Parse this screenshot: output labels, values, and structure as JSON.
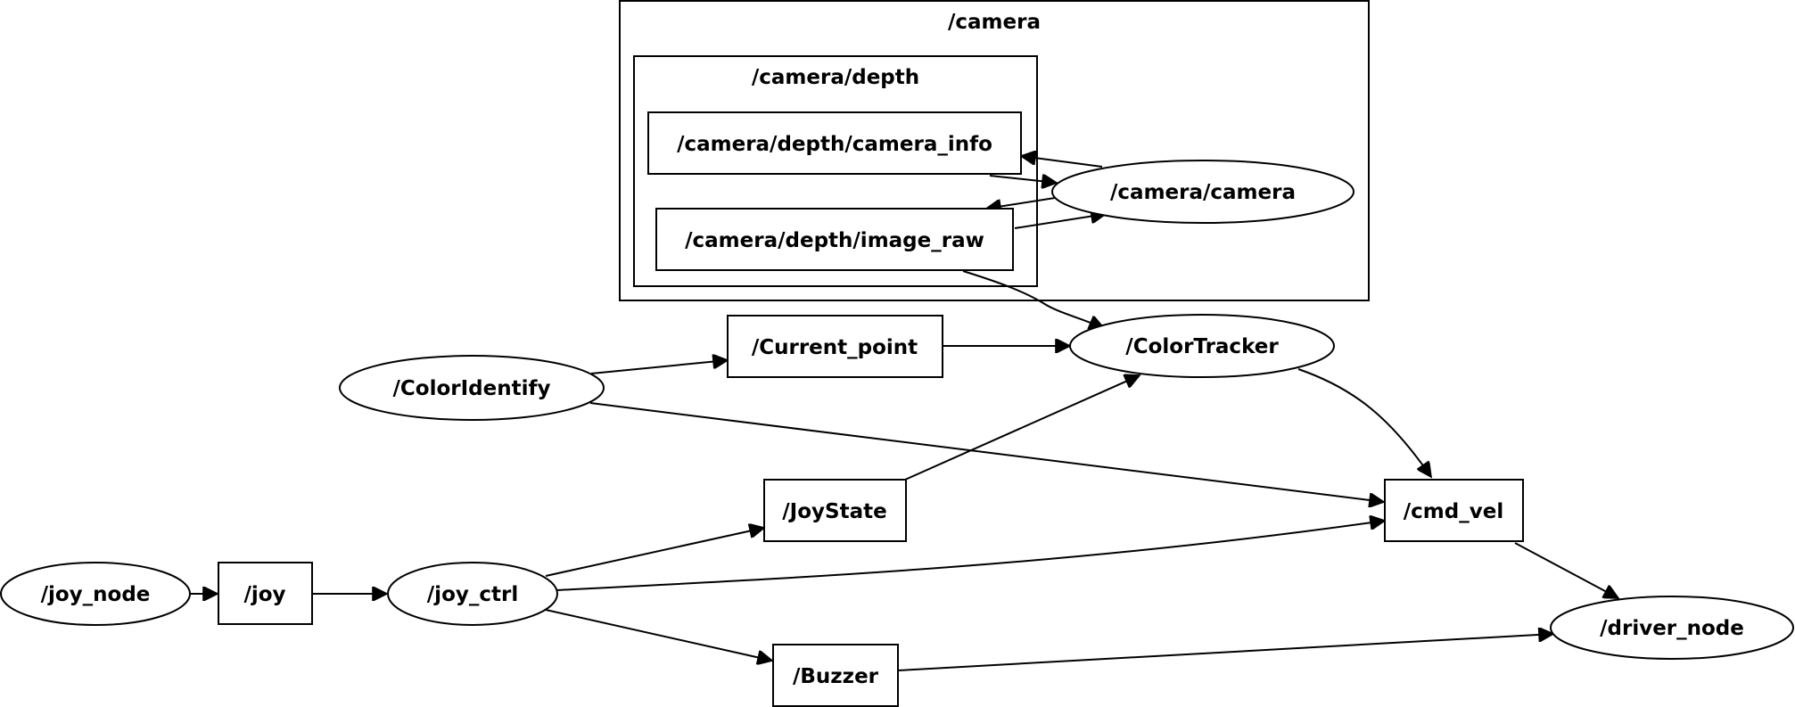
{
  "clusters": [
    {
      "id": "camera",
      "label": "/camera"
    },
    {
      "id": "camera_depth",
      "label": "/camera/depth"
    }
  ],
  "nodes": [
    {
      "id": "camera_info",
      "label": "/camera/depth/camera_info",
      "shape": "box"
    },
    {
      "id": "image_raw",
      "label": "/camera/depth/image_raw",
      "shape": "box"
    },
    {
      "id": "camera_camera",
      "label": "/camera/camera",
      "shape": "ellipse"
    },
    {
      "id": "current_point",
      "label": "/Current_point",
      "shape": "box"
    },
    {
      "id": "color_tracker",
      "label": "/ColorTracker",
      "shape": "ellipse"
    },
    {
      "id": "color_identify",
      "label": "/ColorIdentify",
      "shape": "ellipse"
    },
    {
      "id": "joy_state",
      "label": "/JoyState",
      "shape": "box"
    },
    {
      "id": "cmd_vel",
      "label": "/cmd_vel",
      "shape": "box"
    },
    {
      "id": "joy_node",
      "label": "/joy_node",
      "shape": "ellipse"
    },
    {
      "id": "joy",
      "label": "/joy",
      "shape": "box"
    },
    {
      "id": "joy_ctrl",
      "label": "/joy_ctrl",
      "shape": "ellipse"
    },
    {
      "id": "buzzer",
      "label": "/Buzzer",
      "shape": "box"
    },
    {
      "id": "driver_node",
      "label": "/driver_node",
      "shape": "ellipse"
    }
  ],
  "edges": [
    {
      "from": "camera_camera",
      "to": "camera_info"
    },
    {
      "from": "camera_info",
      "to": "camera_camera"
    },
    {
      "from": "camera_camera",
      "to": "image_raw"
    },
    {
      "from": "image_raw",
      "to": "camera_camera"
    },
    {
      "from": "image_raw",
      "to": "color_tracker"
    },
    {
      "from": "color_identify",
      "to": "current_point"
    },
    {
      "from": "current_point",
      "to": "color_tracker"
    },
    {
      "from": "color_identify",
      "to": "cmd_vel"
    },
    {
      "from": "joy_state",
      "to": "color_tracker"
    },
    {
      "from": "color_tracker",
      "to": "cmd_vel"
    },
    {
      "from": "joy_node",
      "to": "joy"
    },
    {
      "from": "joy",
      "to": "joy_ctrl"
    },
    {
      "from": "joy_ctrl",
      "to": "joy_state"
    },
    {
      "from": "joy_ctrl",
      "to": "cmd_vel"
    },
    {
      "from": "joy_ctrl",
      "to": "buzzer"
    },
    {
      "from": "cmd_vel",
      "to": "driver_node"
    },
    {
      "from": "buzzer",
      "to": "driver_node"
    }
  ]
}
